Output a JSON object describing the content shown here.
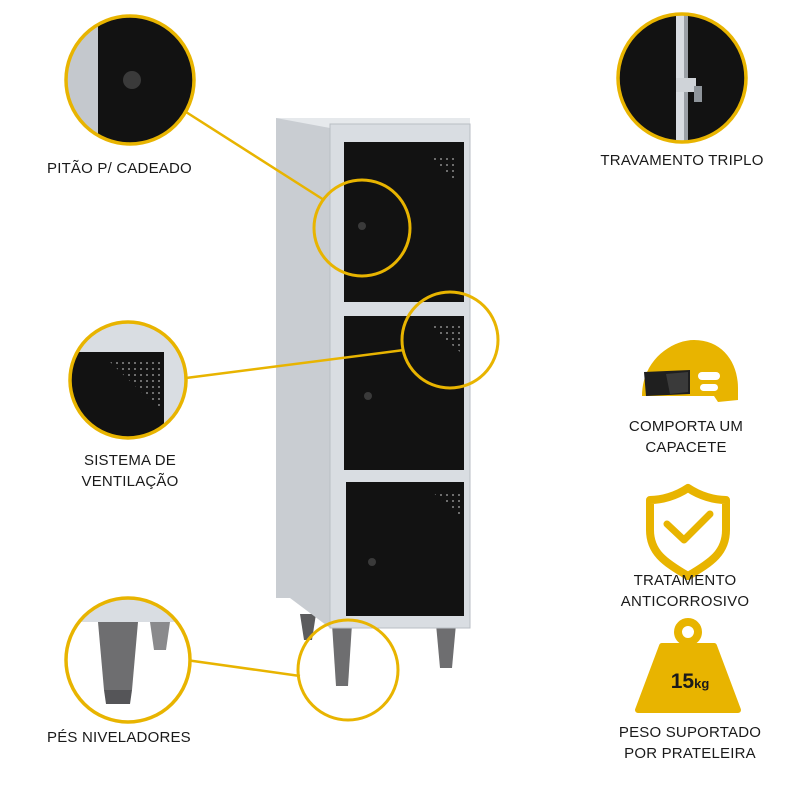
{
  "colors": {
    "accent": "#e8b400",
    "locker_body": "#d9dde2",
    "door": "#121212",
    "foot": "#6e6e70"
  },
  "features": {
    "padlock": "PITÃO P/ CADEADO",
    "triple_lock": "TRAVAMENTO TRIPLO",
    "ventilation_line1": "SISTEMA DE",
    "ventilation_line2": "VENTILAÇÃO",
    "helmet_line1": "COMPORTA UM",
    "helmet_line2": "CAPACETE",
    "treatment_line1": "TRATAMENTO",
    "treatment_line2": "ANTICORROSIVO",
    "feet": "PÉS NIVELADORES",
    "weight_line1": "PESO SUPORTADO",
    "weight_line2": "POR PRATELEIRA",
    "weight_value": "15",
    "weight_unit": "kg"
  },
  "icons": [
    "helmet-icon",
    "shield-check-icon",
    "weight-icon"
  ]
}
